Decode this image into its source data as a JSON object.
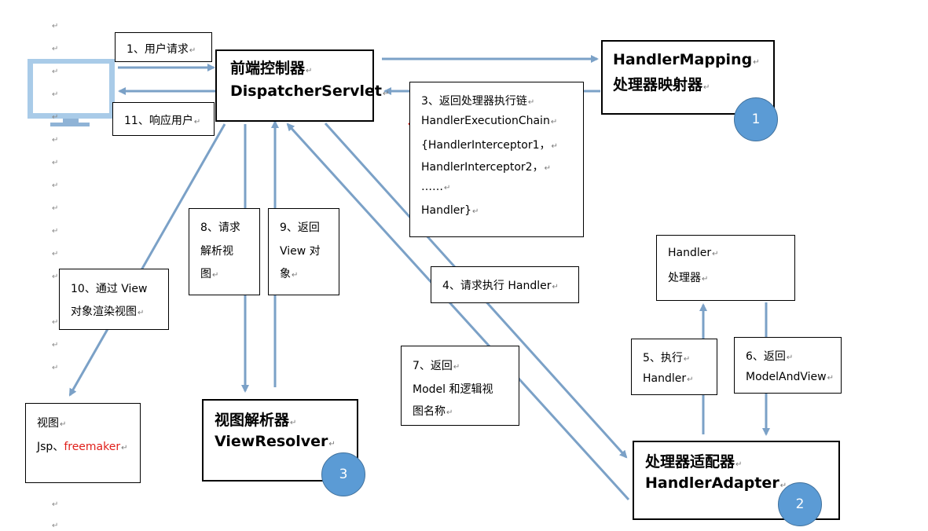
{
  "gutter_mark": "↵",
  "front_controller": {
    "line1": "前端控制器",
    "line2": "DispatcherServlet"
  },
  "handler_mapping": {
    "line1": "HandlerMapping",
    "line2": "处理器映射器",
    "badge": "1"
  },
  "view_resolver": {
    "line1": "视图解析器",
    "line2": "ViewResolver",
    "badge": "3"
  },
  "handler_adapter": {
    "line1": "处理器适配器",
    "line2": "HandlerAdapter",
    "badge": "2"
  },
  "handler": {
    "line1": "Handler",
    "line2": "处理器"
  },
  "view": {
    "line1": "视图",
    "line2_prefix": "Jsp、",
    "line2_red": "freemaker"
  },
  "steps": {
    "s1": "1、用户请求",
    "s11": "11、响应用户",
    "s3": [
      "3、返回处理器执行链",
      "HandlerExecutionChain",
      "{HandlerInterceptor1，",
      "HandlerInterceptor2，",
      "……",
      "Handler}"
    ],
    "s4": "4、请求执行 Handler",
    "s5": [
      "5、执行",
      "Handler"
    ],
    "s6": [
      "6、返回",
      "ModelAndView"
    ],
    "s7": [
      "7、返回",
      "Model 和逻辑视",
      "图名称"
    ],
    "s8": [
      "8、请求",
      "解析视",
      "图"
    ],
    "s9": [
      "9、返回",
      "View 对",
      "象"
    ],
    "s10": [
      "10、通过 View",
      "对象渲染视图"
    ]
  },
  "colors": {
    "arrow": "#7ba1c7",
    "badge": "#5b9bd5",
    "monitor": "#a9cbe8",
    "monitor_stand": "#8fb3d6",
    "red_text": "#e0201b"
  }
}
